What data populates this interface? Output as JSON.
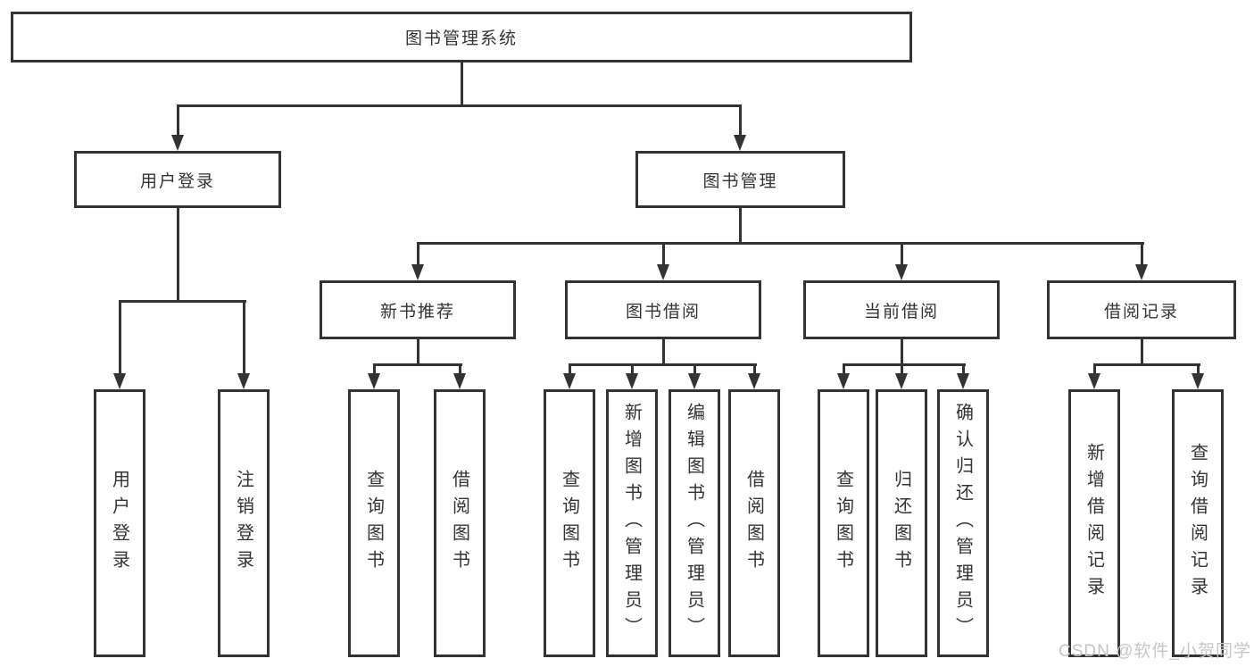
{
  "tree": {
    "root": {
      "label": "图书管理系统"
    },
    "children": [
      {
        "label": "用户登录",
        "children": [
          {
            "label": "用户登录"
          },
          {
            "label": "注销登录"
          }
        ]
      },
      {
        "label": "图书管理",
        "children": [
          {
            "label": "新书推荐",
            "children": [
              {
                "label": "查询图书"
              },
              {
                "label": "借阅图书"
              }
            ]
          },
          {
            "label": "图书借阅",
            "children": [
              {
                "label": "查询图书"
              },
              {
                "label": "新增图书（管理员）"
              },
              {
                "label": "编辑图书（管理员）"
              },
              {
                "label": "借阅图书"
              }
            ]
          },
          {
            "label": "当前借阅",
            "children": [
              {
                "label": "查询图书"
              },
              {
                "label": "归还图书"
              },
              {
                "label": "确认归还（管理员）"
              }
            ]
          },
          {
            "label": "借阅记录",
            "children": [
              {
                "label": "新增借阅记录"
              },
              {
                "label": "查询借阅记录"
              }
            ]
          }
        ]
      }
    ]
  },
  "watermark": {
    "text": "CSDN @软件_小贺同学"
  },
  "colors": {
    "line": "#333333",
    "text": "#333333",
    "watermark_text": "#c6c6c6",
    "background": "#ffffff"
  }
}
